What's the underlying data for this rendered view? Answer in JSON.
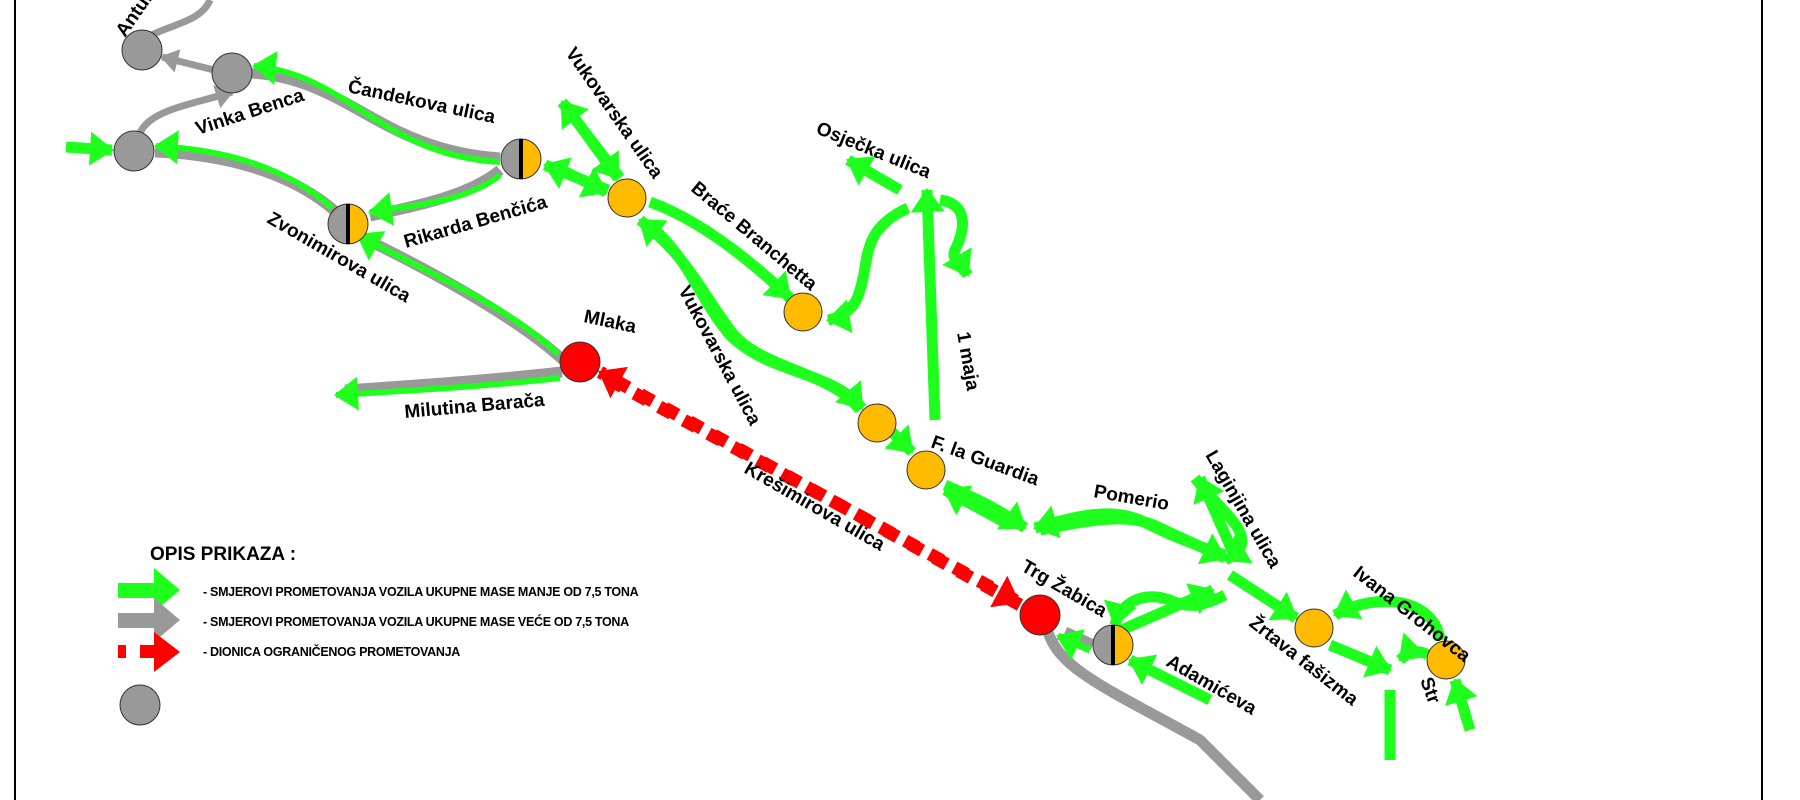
{
  "colors": {
    "light_vehicle": "#1eff1e",
    "heavy_vehicle": "#999999",
    "restricted": "#ff0000",
    "junction_orange": "#ffbb00",
    "junction_gray": "#999999"
  },
  "streets": {
    "antun": "Antun",
    "vinka_benca": "Vinka Benca",
    "candekova": "Čandekova ulica",
    "rikarda_bencica": "Rikarda Benčića",
    "zvonimirova": "Zvonimirova ulica",
    "vukovarska_1": "Vukovarska ulica",
    "brace_branchetta": "Braće Branchetta",
    "osjecka": "Osječka ulica",
    "mlaka": "Mlaka",
    "milutina_baraca": "Milutina Barača",
    "vukovarska_2": "Vukovarska ulica",
    "prvi_maja": "1 maja",
    "la_guardia": "F. la Guardia",
    "kresimirova": "Krešimirova ulica",
    "pomerio": "Pomerio",
    "laginjina": "Laginjina ulica",
    "trg_zabica": "Trg Žabica",
    "ivana_grohovca": "Ivana Grohovca",
    "zrtava_fasizma": "Žrtava fašizma",
    "adamiceva": "Adamićeva",
    "str": "Str"
  },
  "legend": {
    "title": "OPIS PRIKAZA :",
    "items": [
      {
        "label": "- SMJEROVI PROMETOVANJA VOZILA UKUPNE MASE MANJE OD 7,5 TONA",
        "symbol": "green-arrow"
      },
      {
        "label": "- SMJEROVI PROMETOVANJA VOZILA UKUPNE MASE VEĆE OD 7,5 TONA",
        "symbol": "gray-arrow"
      },
      {
        "label": "- DIONICA OGRANIČENOG PROMETOVANJA",
        "symbol": "red-dashed-arrow"
      }
    ]
  }
}
